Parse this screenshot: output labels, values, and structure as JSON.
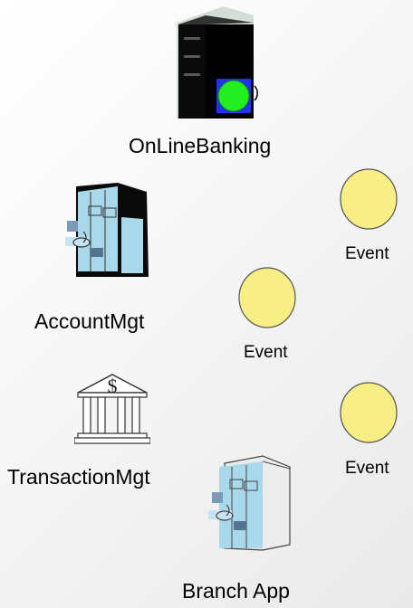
{
  "nodes": {
    "online_banking": {
      "label": "OnLineBanking",
      "icon": "server-icon"
    },
    "account_mgt": {
      "label": "AccountMgt",
      "icon": "office-building-icon"
    },
    "transaction_mgt": {
      "label": "TransactionMgt",
      "icon": "bank-icon"
    },
    "branch_app": {
      "label": "Branch App",
      "icon": "office-building-icon"
    }
  },
  "events": [
    {
      "label": "Event",
      "icon": "event-circle-icon"
    },
    {
      "label": "Event",
      "icon": "event-circle-icon"
    },
    {
      "label": "Event",
      "icon": "event-circle-icon"
    }
  ],
  "colors": {
    "event_fill": "#f7ef86",
    "event_stroke": "#555555",
    "server_status": "#22ee22",
    "building_blue": "#a8d8ea"
  }
}
